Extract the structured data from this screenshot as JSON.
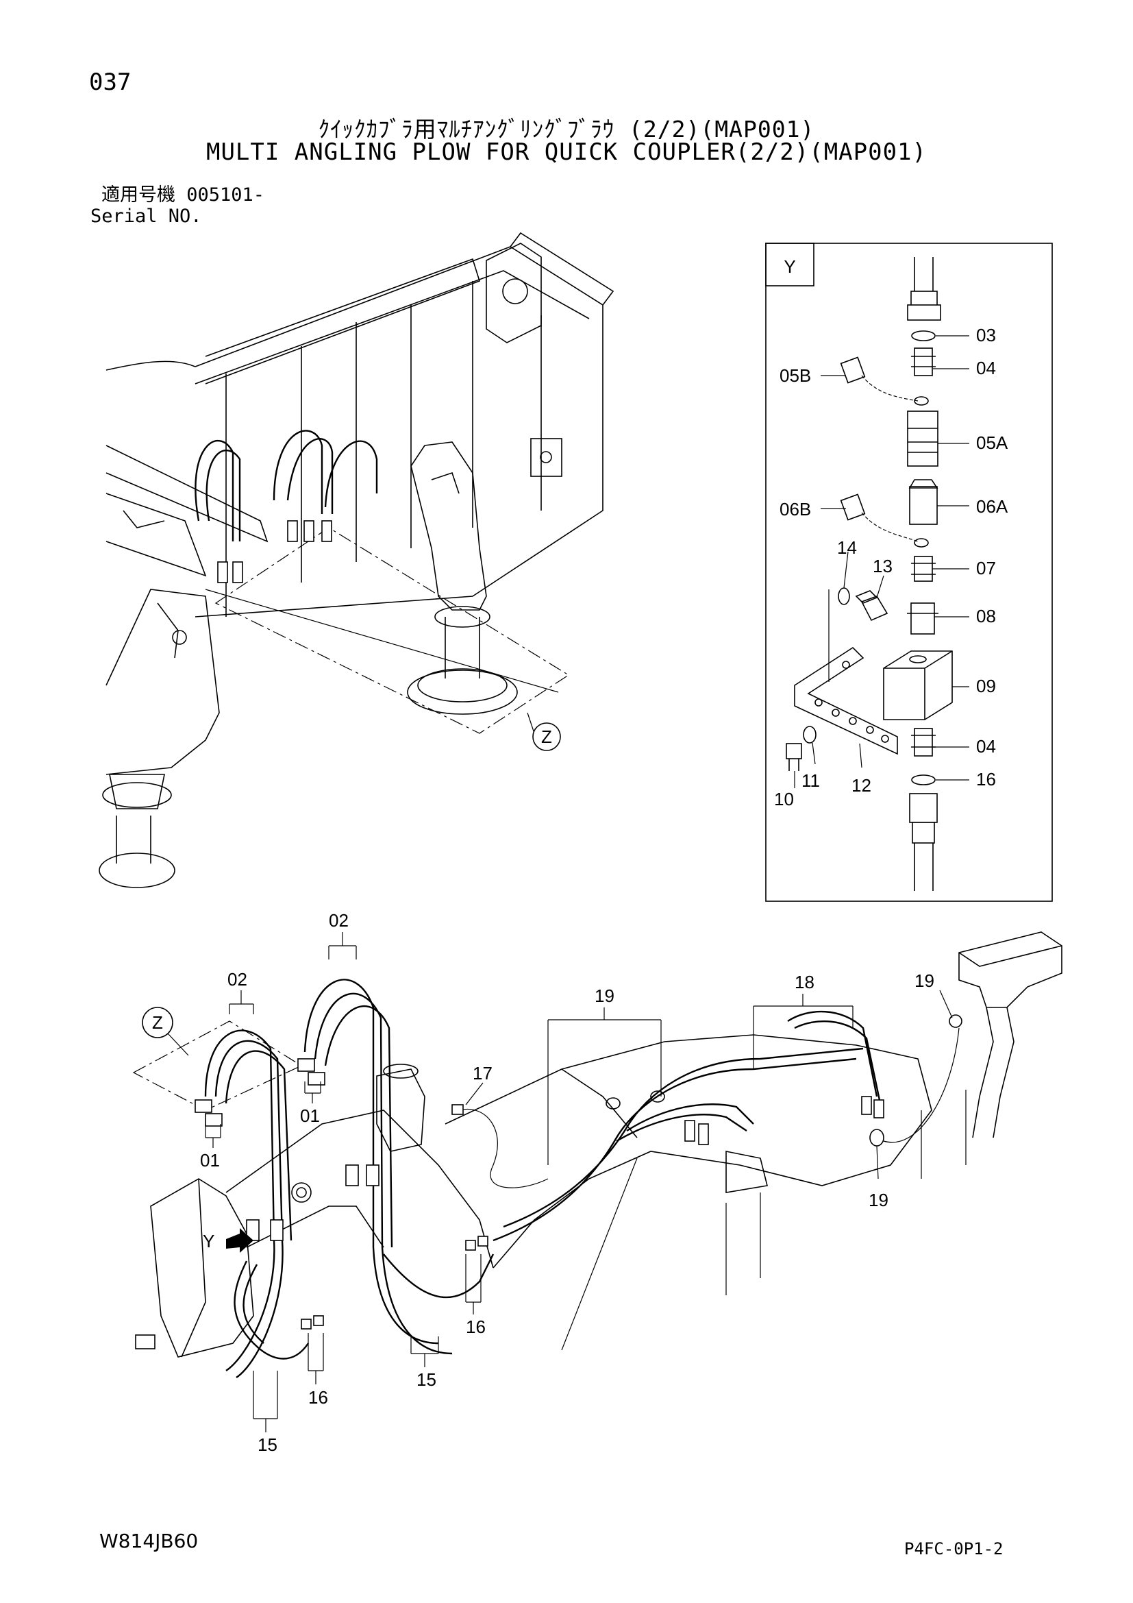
{
  "header": {
    "page_number": "037",
    "title_jp": "ｸｲｯｸｶﾌﾞﾗ用ﾏﾙﾁｱﾝｸﾞﾘﾝｸﾞﾌﾞﾗｳ (2/2)(MAP001)",
    "title_en": "MULTI ANGLING PLOW FOR QUICK COUPLER(2/2)(MAP001)",
    "serial_jp": "適用号機 005101-",
    "serial_en": "Serial NO."
  },
  "detail_y": {
    "view_label": "Y",
    "callouts": [
      "03",
      "04",
      "05B",
      "05A",
      "06B",
      "06A",
      "14",
      "13",
      "07",
      "08",
      "09",
      "04",
      "16",
      "10",
      "11",
      "12"
    ]
  },
  "top_view": {
    "view_label": "Z"
  },
  "bottom_view": {
    "view_label_z": "Z",
    "arrow_label_y": "Y",
    "callouts": [
      "02",
      "02",
      "01",
      "01",
      "17",
      "19",
      "18",
      "19",
      "19",
      "16",
      "16",
      "15",
      "15"
    ]
  },
  "footer": {
    "left_code": "W814JB60",
    "right_code": "P4FC-0P1-2"
  }
}
